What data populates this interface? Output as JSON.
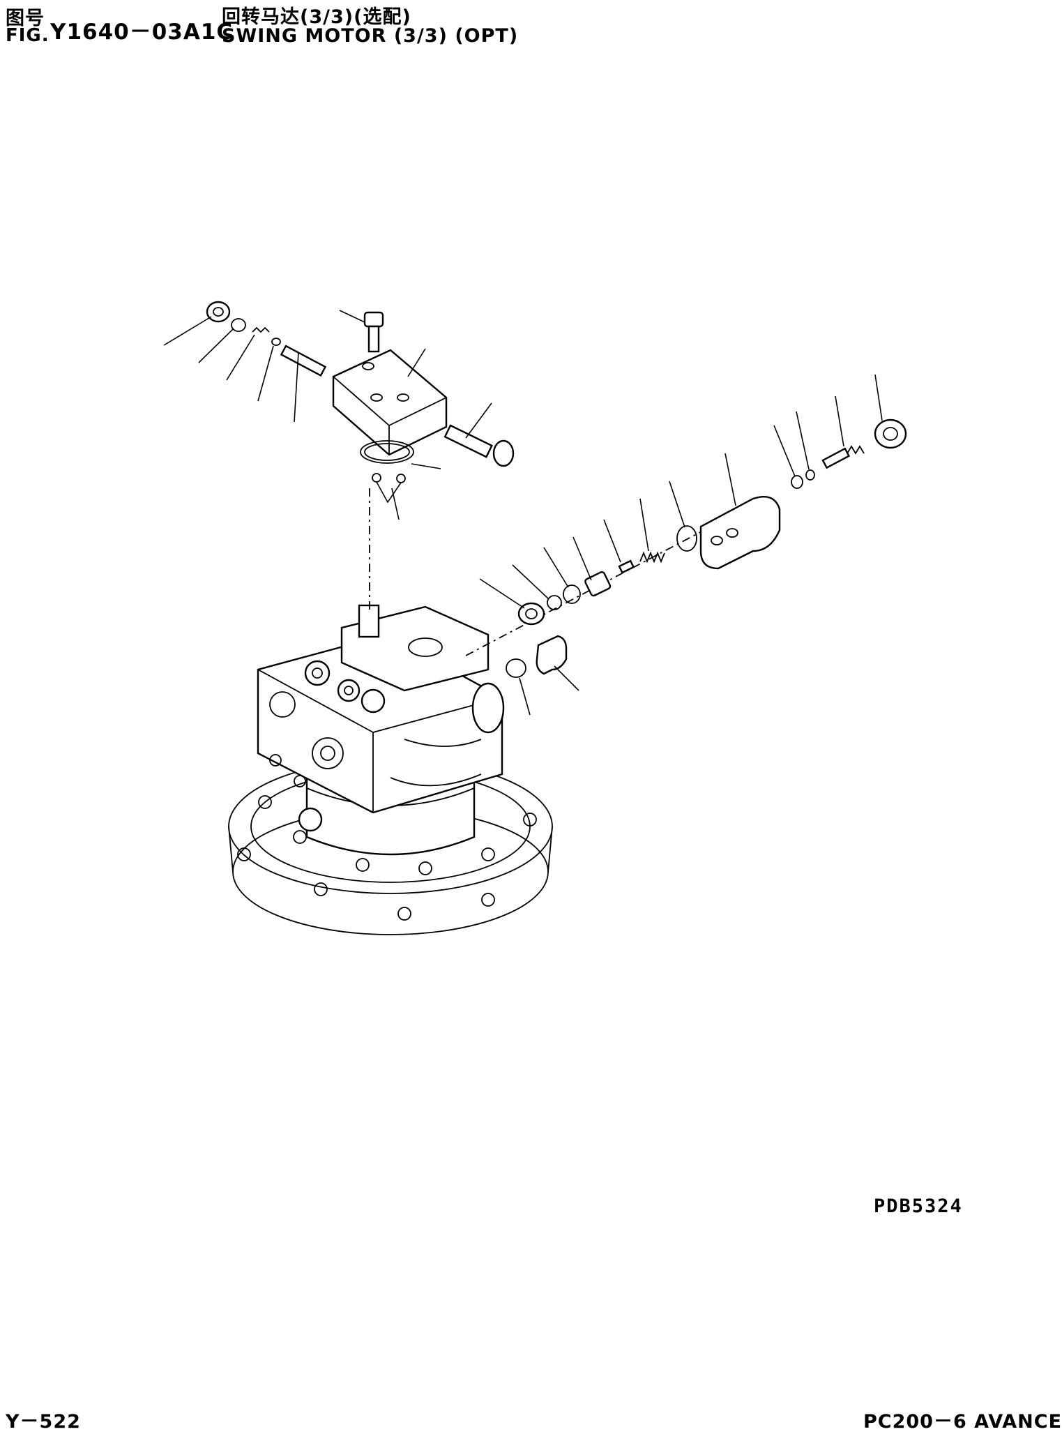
{
  "header": {
    "cn_fig_label": "图号",
    "fig_label": "FIG.",
    "fig_number": "Y1640－03A1C",
    "cn_title": "回转马达(3/3)(选配)",
    "en_title": "SWING MOTOR (3/3) (OPT)"
  },
  "footer": {
    "drawing_code": "PDB5324",
    "page_code": "Y－522",
    "model": "PC200－6 AVANCE"
  }
}
